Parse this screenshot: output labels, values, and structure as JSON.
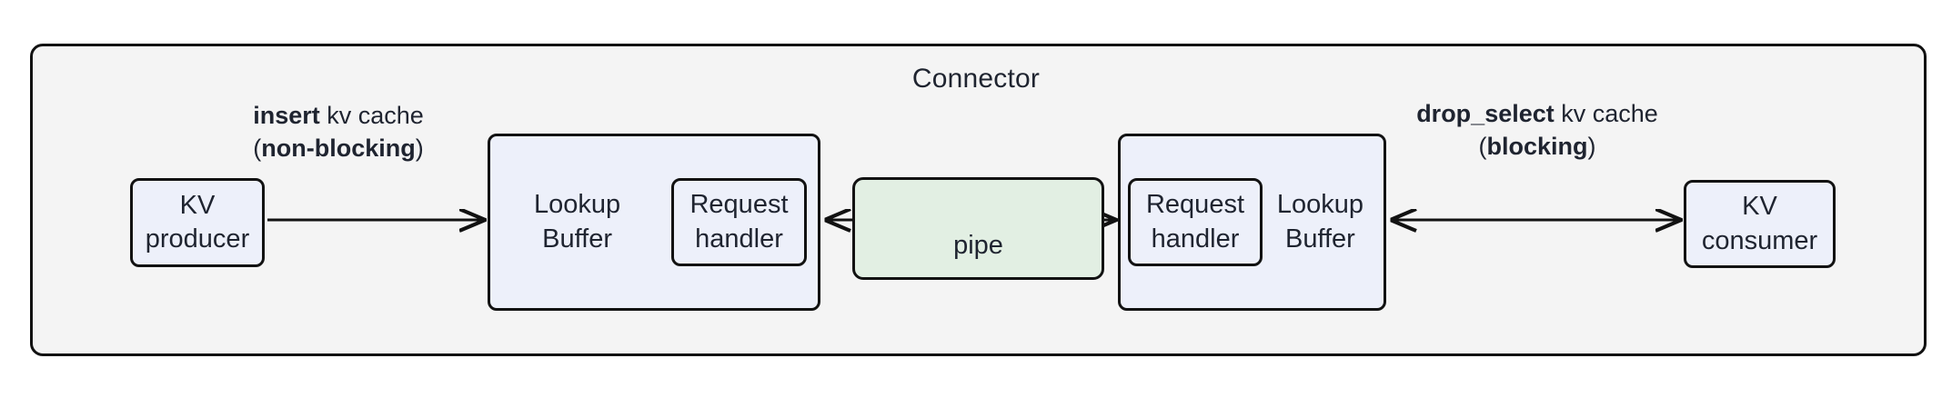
{
  "diagram": {
    "title": "Connector",
    "container_bg": "#f4f4f4",
    "node_fill": "#edf0fa",
    "pipe_fill": "#e2efe3",
    "stroke": "#121212",
    "nodes": {
      "kv_producer": "KV\nproducer",
      "lookup_buffer_left": "Lookup\nBuffer",
      "request_handler_left": "Request\nhandler",
      "pipe": "pipe",
      "request_handler_right": "Request\nhandler",
      "lookup_buffer_right": "Lookup\nBuffer",
      "kv_consumer": "KV\nconsumer"
    },
    "edges": {
      "insert": {
        "bold_1": "insert",
        "plain_1": " kv cache",
        "paren_open": "(",
        "bold_2": "non-blocking",
        "paren_close": ")",
        "direction": "right"
      },
      "pipe_edge": {
        "direction": "bidirectional"
      },
      "drop_select": {
        "bold_1": "drop_select",
        "plain_1": " kv cache",
        "paren_open": "(",
        "bold_2": "blocking",
        "paren_close": ")",
        "direction": "bidirectional"
      }
    }
  }
}
